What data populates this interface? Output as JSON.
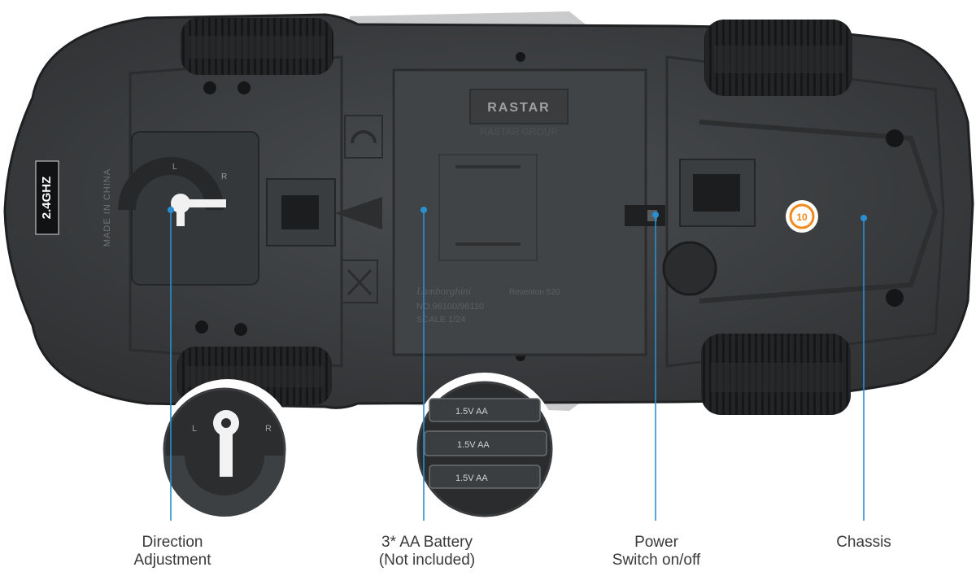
{
  "product": {
    "badge_frequency": "2.4GHZ",
    "origin_text": "MADE IN CHINA",
    "brand": "RASTAR",
    "brand_group": "RASTAR GROUP",
    "model_script": "Lamborghini",
    "model_name": "Reventon 520",
    "model_number": "NO.96100/96110",
    "scale": "SCALE 1/24",
    "age_mark": "10",
    "dial_left": "L",
    "dial_right": "R",
    "battery_label": "1.5V AA"
  },
  "callouts": [
    {
      "id": "direction",
      "line1": "Direction",
      "line2": "Adjustment"
    },
    {
      "id": "battery",
      "line1": "3* AA Battery",
      "line2": "(Not included)"
    },
    {
      "id": "power",
      "line1": "Power",
      "line2": "Switch on/off"
    },
    {
      "id": "chassis",
      "line1": "Chassis",
      "line2": ""
    }
  ],
  "colors": {
    "callout_line": "#2a8fd0",
    "callout_dot": "#2a8fd0",
    "chassis_body": "#3e4143",
    "chassis_dark": "#2b2d2f",
    "tire": "#1e1f20",
    "label_text": "#3a3a3a",
    "age_mark": "#f08a1c"
  }
}
